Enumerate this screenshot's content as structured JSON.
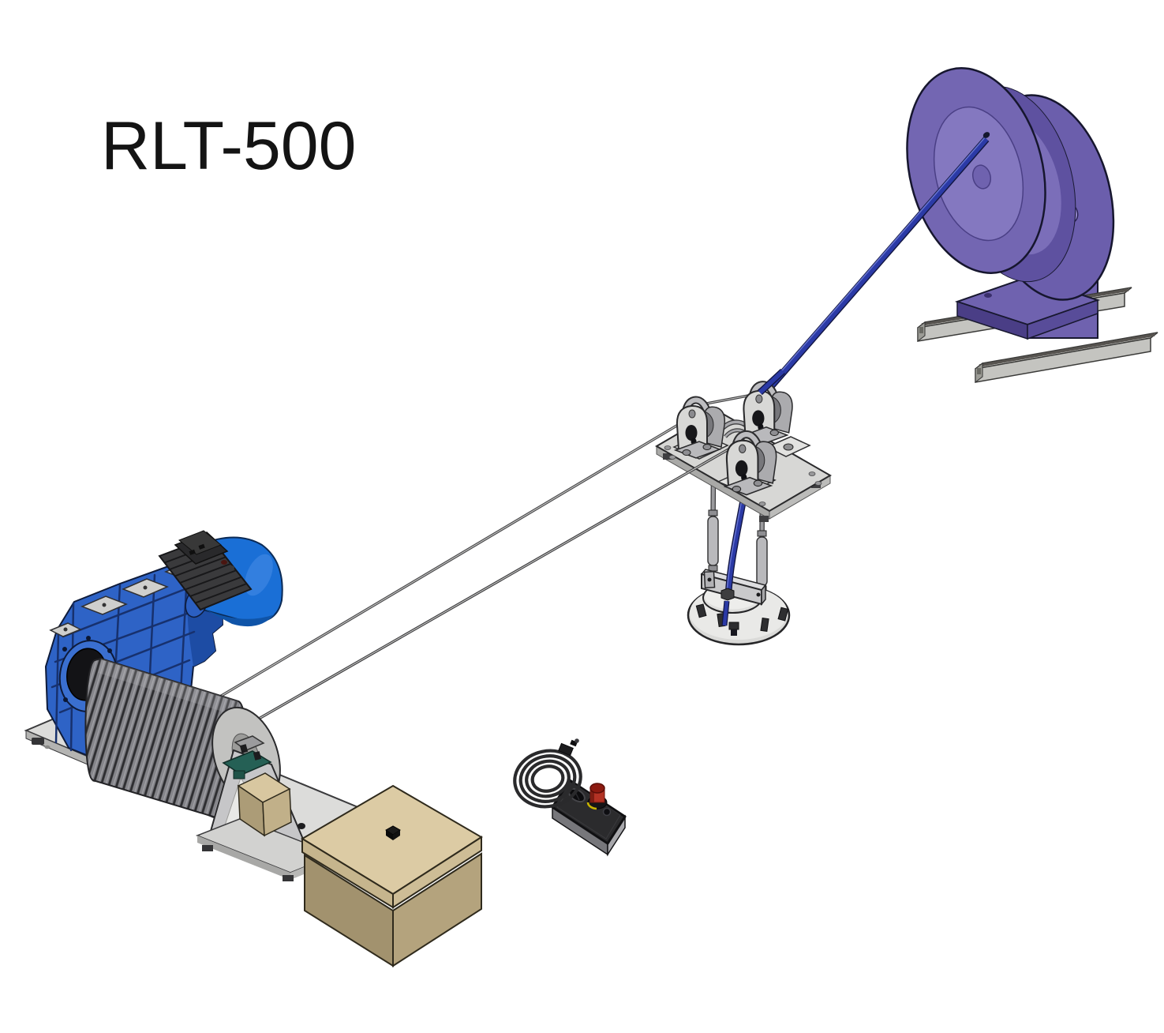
{
  "page": {
    "title": "RLT-500",
    "background": "#ffffff"
  },
  "illustration": {
    "type": "isometric-cad-render",
    "system_label": "RLT-500",
    "components": [
      {
        "name": "cable-storage-reel",
        "label": "Cable storage reel on strut-channel rails"
      },
      {
        "name": "supply-cable",
        "label": "Blue supply cable from reel to sheave block"
      },
      {
        "name": "sheave-block-plate",
        "label": "Plate with three sheave blocks"
      },
      {
        "name": "turnbuckle-hangers",
        "label": "Two turnbuckle hangers under plate"
      },
      {
        "name": "load-platform",
        "label": "Suspended circular platform with spreader beam"
      },
      {
        "name": "winch",
        "label": "Electric winch: worm gearbox, motor, wire-rope drum, pedestal bearing"
      },
      {
        "name": "wire-ropes",
        "label": "Two wire ropes from winch drum to sheave blocks"
      },
      {
        "name": "limit-switch-box",
        "label": "Tan limit-switch box on winch pedestal"
      },
      {
        "name": "pendant-control",
        "label": "Hand pendant with E-stop and coiled cord"
      },
      {
        "name": "junction-box",
        "label": "Tan junction box with cable gland"
      }
    ],
    "colors": {
      "reel": "#7366B2",
      "reel_shadow": "#5E51A0",
      "cable": "#2B3AA6",
      "gearbox": "#2E63C6",
      "motor": "#1A6FD6",
      "plate": "#D7D7D5",
      "platform": "#E9E9E7",
      "junction_box": "#DCCBA4",
      "tan_box": "#D8C7A0",
      "pendant": "#2B2B2D",
      "rope": "#4A4A4C",
      "rail": "#C4C4C0"
    }
  }
}
